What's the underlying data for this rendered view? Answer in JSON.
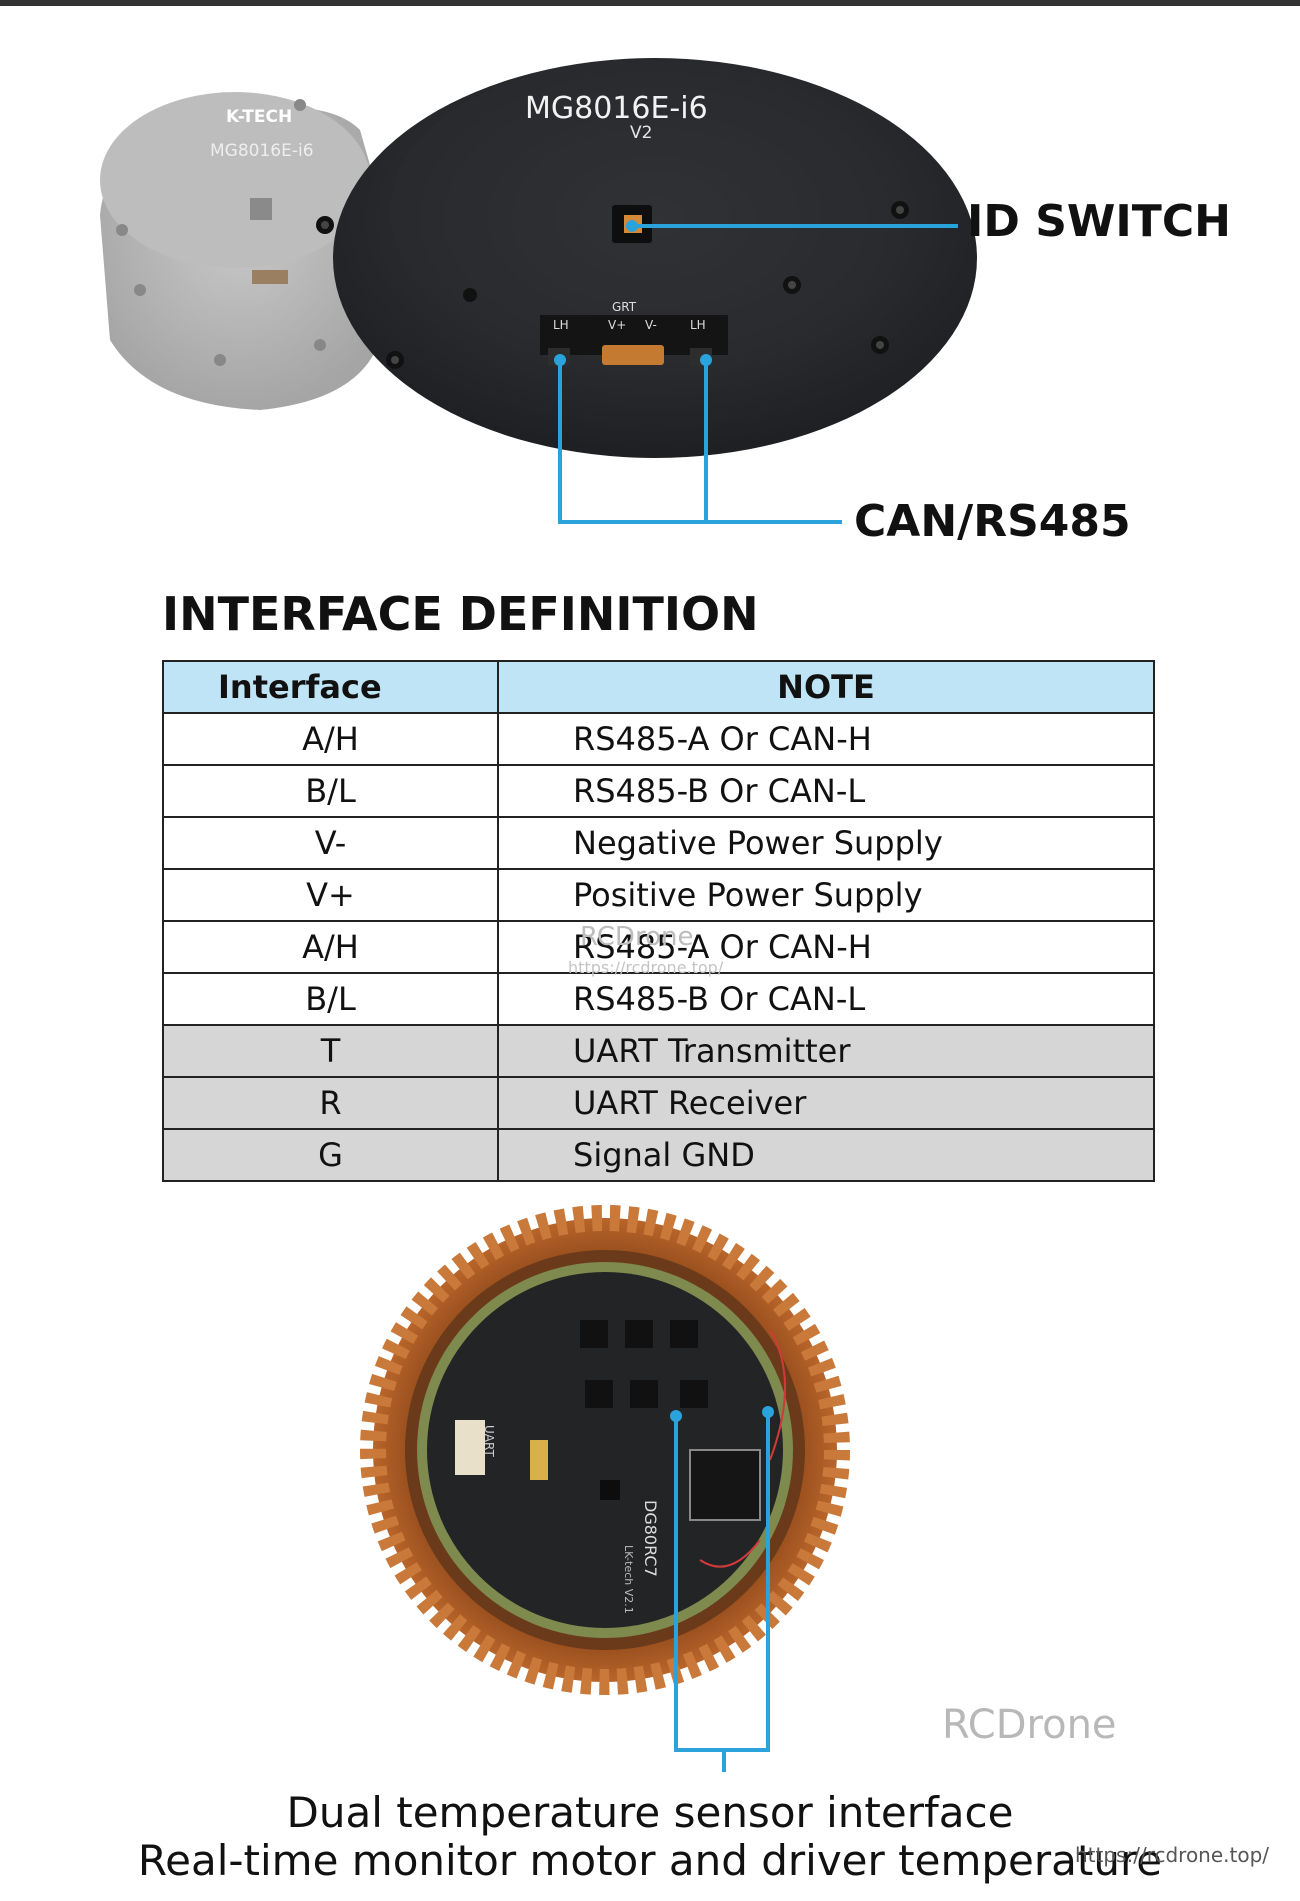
{
  "product": {
    "brand": "K-TECH",
    "model": "MG8016E-i6",
    "version": "V2",
    "connector_labels": [
      "GRT",
      "LH",
      "V+",
      "V-",
      "LH"
    ]
  },
  "callouts": {
    "id_switch": "ID SWITCH",
    "can_rs485": "CAN/RS485"
  },
  "section_title": "INTERFACE DEFINITION",
  "table": {
    "headers": [
      "Interface",
      "NOTE"
    ],
    "rows": [
      {
        "interface": "A/H",
        "note": "RS485-A Or CAN-H",
        "shaded": false
      },
      {
        "interface": "B/L",
        "note": "RS485-B Or CAN-L",
        "shaded": false
      },
      {
        "interface": "V-",
        "note": "Negative Power Supply",
        "shaded": false
      },
      {
        "interface": "V+",
        "note": "Positive Power Supply",
        "shaded": false
      },
      {
        "interface": "A/H",
        "note": "RS485-A Or CAN-H",
        "shaded": false
      },
      {
        "interface": "B/L",
        "note": "RS485-B Or CAN-L",
        "shaded": false
      },
      {
        "interface": "T",
        "note": "UART Transmitter",
        "shaded": true
      },
      {
        "interface": "R",
        "note": "UART Receiver",
        "shaded": true
      },
      {
        "interface": "G",
        "note": "Signal GND",
        "shaded": true
      }
    ]
  },
  "pcb": {
    "board_label": "DG80RC7",
    "board_sublabel": "LK-tech V2.1",
    "uart_label": "UART"
  },
  "watermarks": {
    "brand": "RCDrone",
    "url": "https://rcdrone.top/"
  },
  "captions": {
    "line1": "Dual temperature sensor interface",
    "line2": "Real-time monitor motor and driver temperature"
  },
  "colors": {
    "accent_line": "#2aa3dc",
    "header_fill": "#bfe4f6",
    "shaded_row": "#d6d6d6"
  }
}
